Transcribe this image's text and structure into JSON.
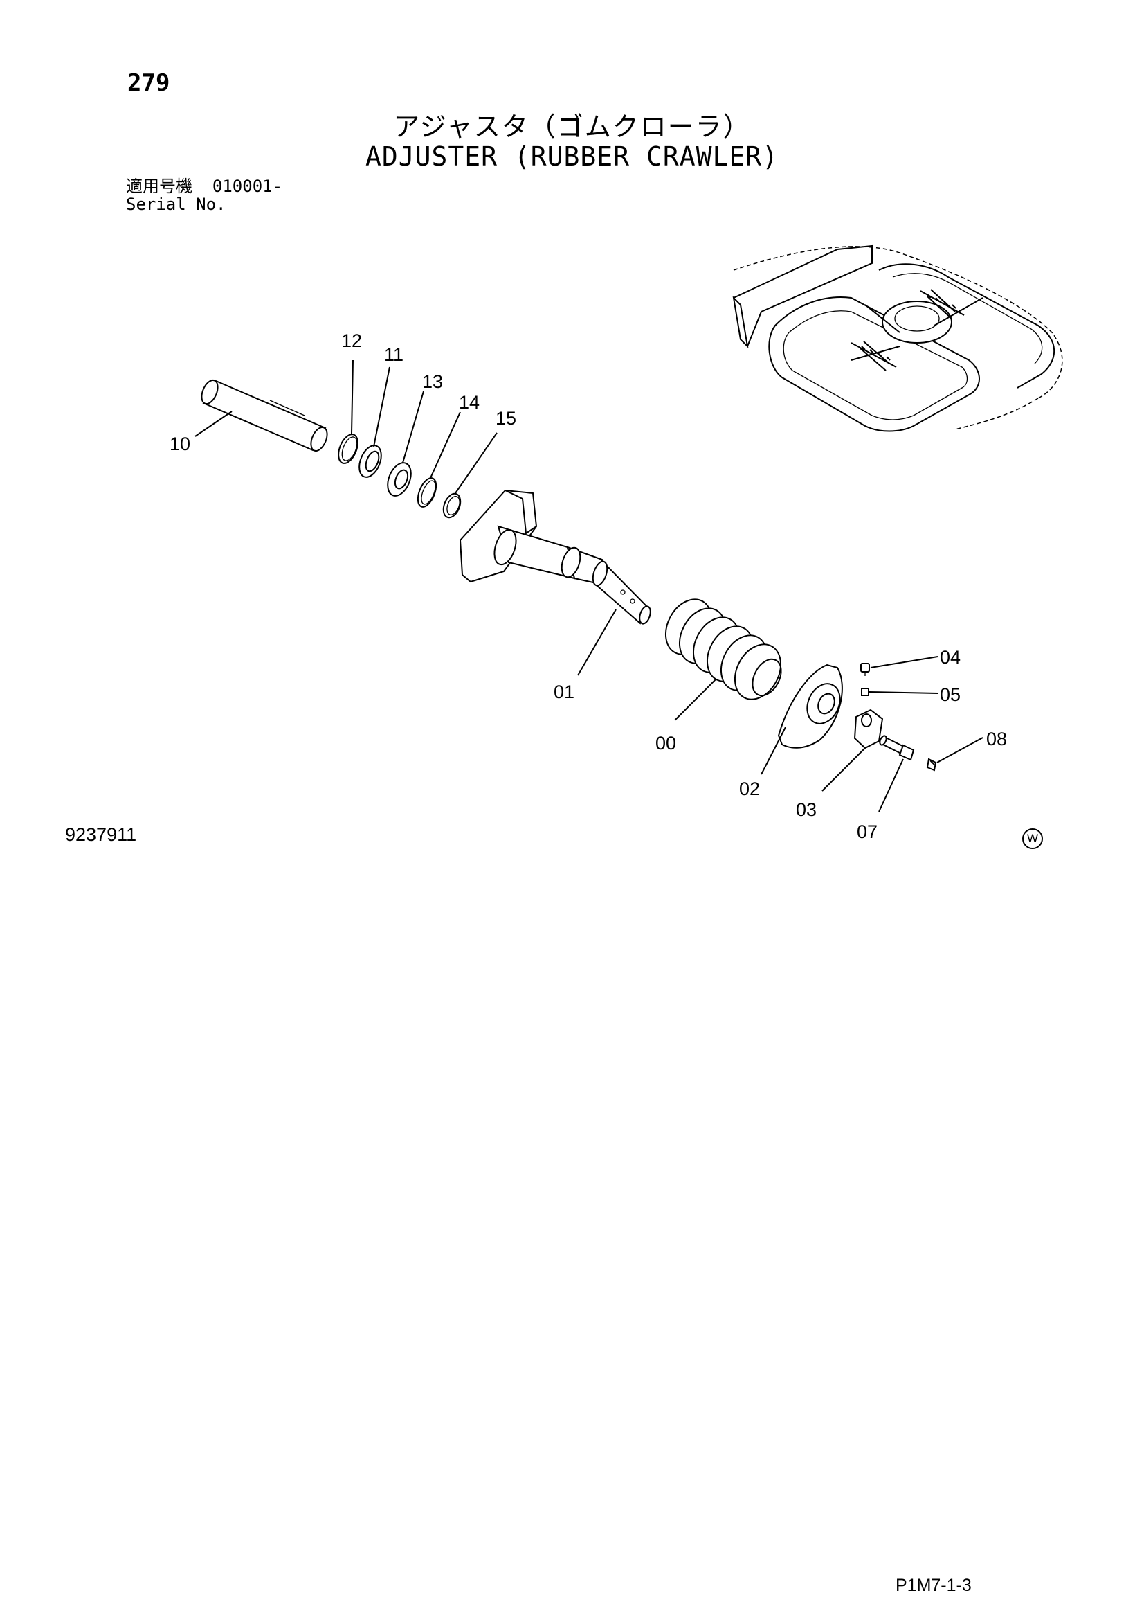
{
  "header": {
    "page_number": "279",
    "title_jp": "アジャスタ（ゴムクローラ）",
    "title_en": "ADJUSTER (RUBBER CRAWLER)"
  },
  "serial": {
    "label_jp": "適用号機",
    "value": "010001-",
    "label_en": "Serial No."
  },
  "diagram": {
    "callouts": {
      "p12": "12",
      "p11": "11",
      "p13": "13",
      "p14": "14",
      "p15": "15",
      "p10": "10",
      "p01": "01",
      "p00": "00",
      "p04": "04",
      "p05": "05",
      "p08": "08",
      "p02": "02",
      "p03": "03",
      "p07": "07"
    }
  },
  "footer": {
    "drawing_number": "9237911",
    "mark": "W",
    "page_code": "P1M7-1-3"
  }
}
